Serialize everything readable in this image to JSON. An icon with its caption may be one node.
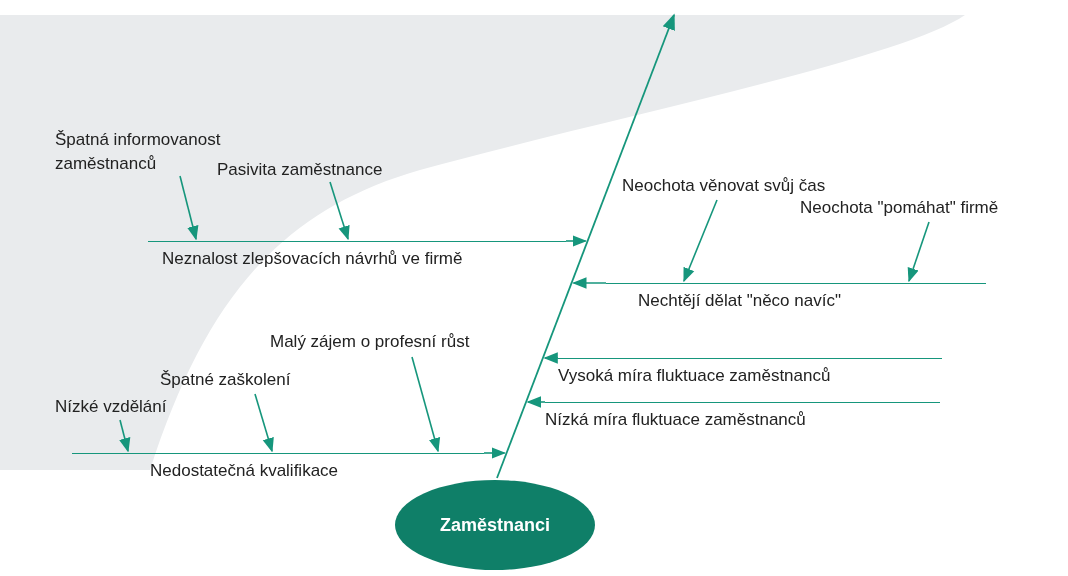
{
  "diagram": {
    "nodes": [
      {
        "text": [
          "Zaměstnanci"
        ]
      },
      {
        "text": [],
        "shape": "bar"
      },
      {
        "text": [
          "Neznalost zlepšovacích návrhů ve firmě"
        ]
      },
      {
        "text": [
          "Špatná informovanost zaměstnanců"
        ]
      },
      {
        "text": [
          "Pasivita zaměstnance"
        ]
      },
      {
        "text": [
          "Nedostatečná kvalifikace"
        ]
      },
      {
        "text": [
          "Nízké vzdělání"
        ]
      },
      {
        "text": [
          "Špatné zaškolení"
        ]
      },
      {
        "text": [
          "Malý zájem o profesní růst"
        ]
      },
      {
        "text": [
          "Nechtějí dělat \"něco navíc\""
        ]
      },
      {
        "text": [
          "Neochota věnovat svůj čas"
        ]
      },
      {
        "text": [
          "Neochota \"pomáhat\" firmě"
        ]
      },
      {
        "text": [
          "Vysoká míra fluktuace zaměstnanců"
        ]
      },
      {
        "text": [
          "Nízká míra fluktuace zaměstnanců"
        ]
      }
    ],
    "edges": [
      {
        "from": 3,
        "to": 2,
        "arrow": "to"
      },
      {
        "from": 4,
        "to": 2,
        "arrow": "to"
      },
      {
        "from": 2,
        "to": 1,
        "arrow": "to"
      },
      {
        "from": 6,
        "to": 5,
        "arrow": "to"
      },
      {
        "from": 7,
        "to": 5,
        "arrow": "to"
      },
      {
        "from": 8,
        "to": 5,
        "arrow": "to"
      },
      {
        "from": 5,
        "to": 1,
        "arrow": "to"
      },
      {
        "from": 10,
        "to": 9,
        "arrow": "to"
      },
      {
        "from": 11,
        "to": 9,
        "arrow": "to"
      },
      {
        "from": 9,
        "to": 1,
        "arrow": "to"
      },
      {
        "from": 12,
        "to": 1,
        "arrow": "to"
      },
      {
        "from": 13,
        "to": 1,
        "arrow": "to"
      }
    ]
  }
}
